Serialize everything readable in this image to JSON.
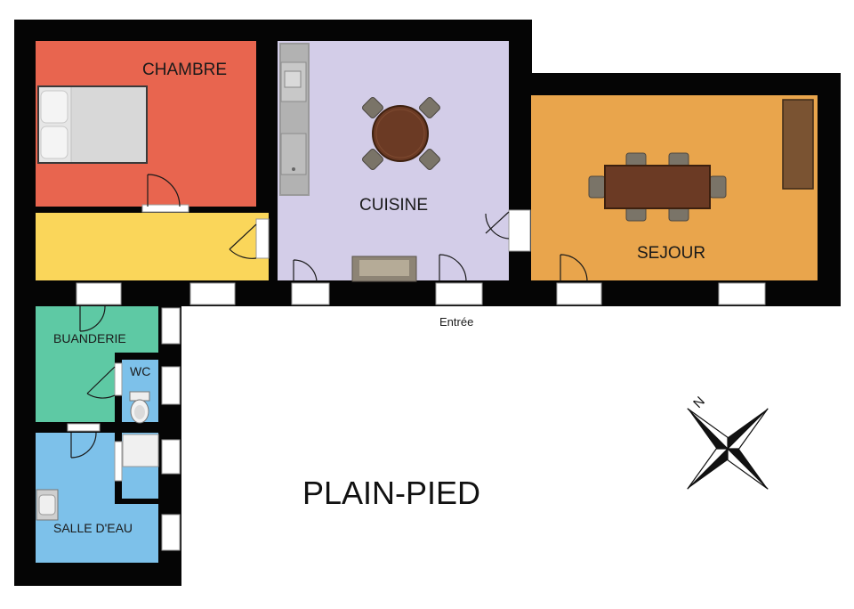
{
  "plan": {
    "title": "PLAIN-PIED",
    "entrance": "Entrée",
    "rooms": {
      "chambre": "CHAMBRE",
      "cuisine": "CUISINE",
      "sejour": "SEJOUR",
      "buanderie": "BUANDERIE",
      "wc": "WC",
      "salle_eau": "SALLE D'EAU"
    },
    "compass": "N"
  },
  "colors": {
    "wall": "#050505",
    "chambre": "#e8654f",
    "couloir": "#fad65a",
    "cuisine": "#d3cde8",
    "sejour": "#e9a54c",
    "buanderie": "#5ec9a4",
    "salle_eau": "#7dc1ea",
    "wc": "#7dc1ea"
  }
}
